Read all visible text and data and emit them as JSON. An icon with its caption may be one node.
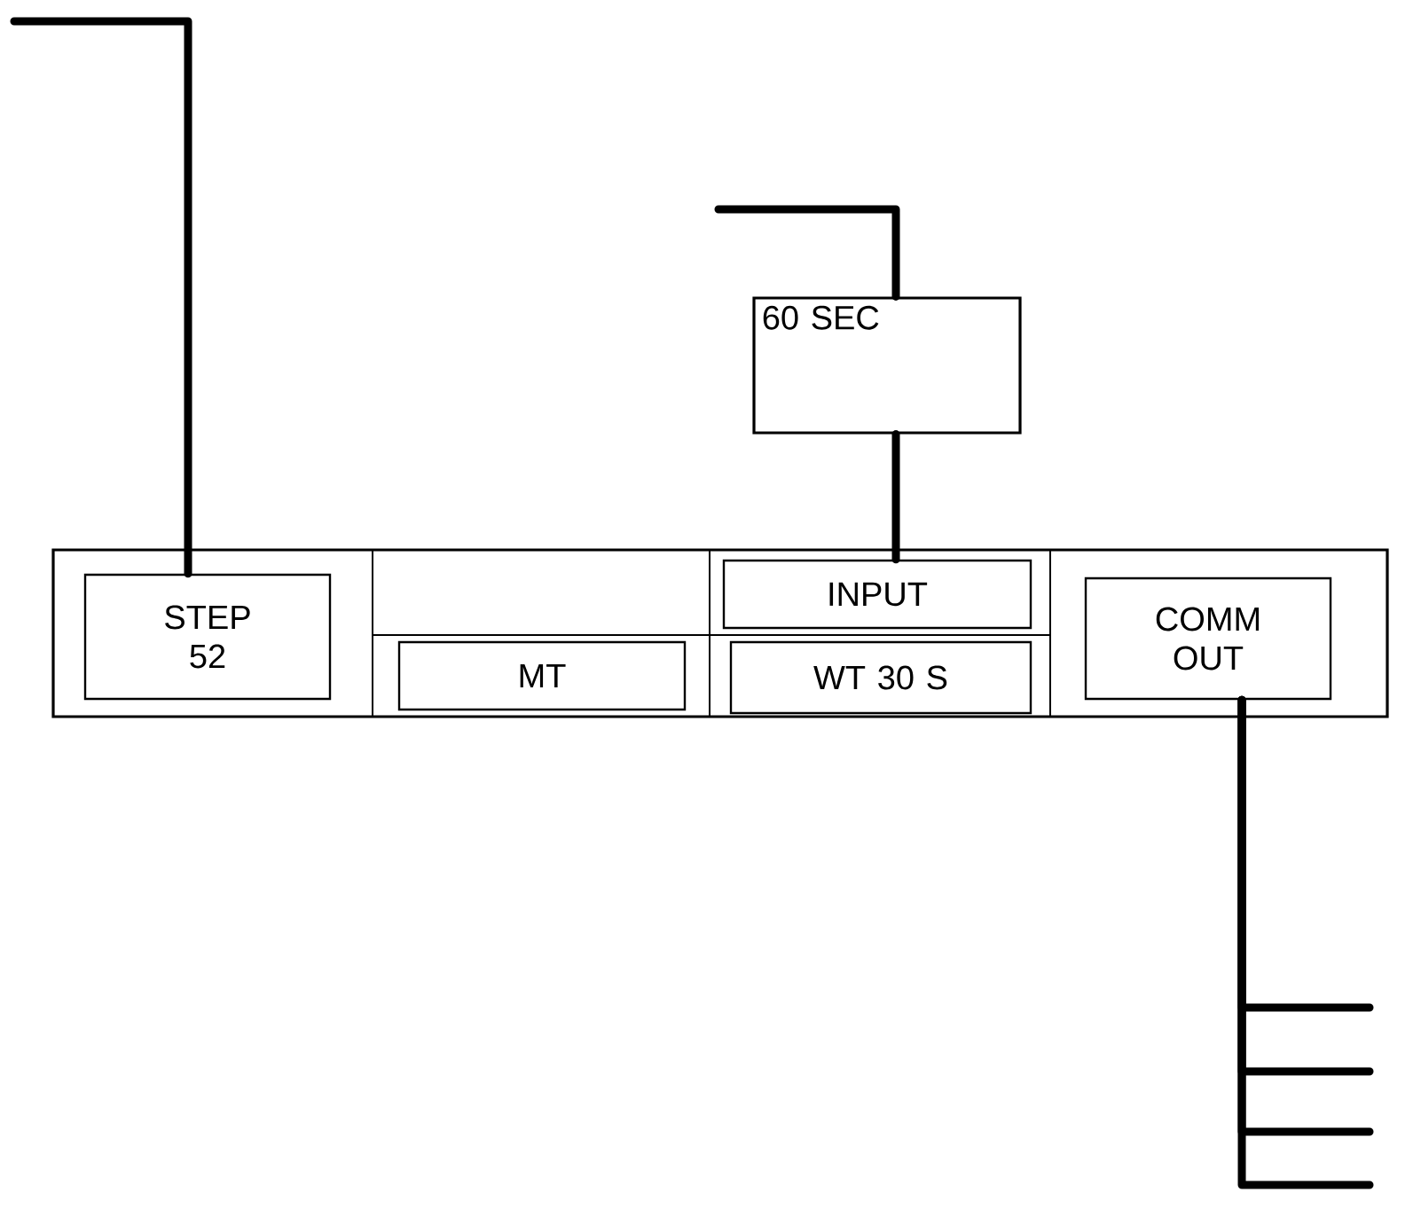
{
  "diagram": {
    "nodes": [
      {
        "text": [
          "60 SEC"
        ]
      },
      {
        "text": [],
        "shape": "box"
      },
      {
        "text": [
          "STEP 52"
        ],
        "in": 1
      },
      {
        "text": [
          "MT"
        ],
        "in": 1
      },
      {
        "text": [
          "INPUT"
        ],
        "in": 1
      },
      {
        "text": [
          "WT 30 S"
        ],
        "in": 1
      },
      {
        "text": [
          "COMM OUT"
        ],
        "in": 1
      }
    ],
    "edges": [
      {
        "from": null,
        "to": 2,
        "arrow": "none"
      },
      {
        "from": null,
        "to": 0,
        "arrow": "none"
      },
      {
        "from": 0,
        "to": 4,
        "arrow": "none"
      },
      {
        "from": 6,
        "to": null,
        "arrow": "none"
      },
      {
        "from": 6,
        "to": null,
        "arrow": "none"
      },
      {
        "from": 6,
        "to": null,
        "arrow": "none"
      },
      {
        "from": 6,
        "to": null,
        "arrow": "none"
      }
    ]
  }
}
